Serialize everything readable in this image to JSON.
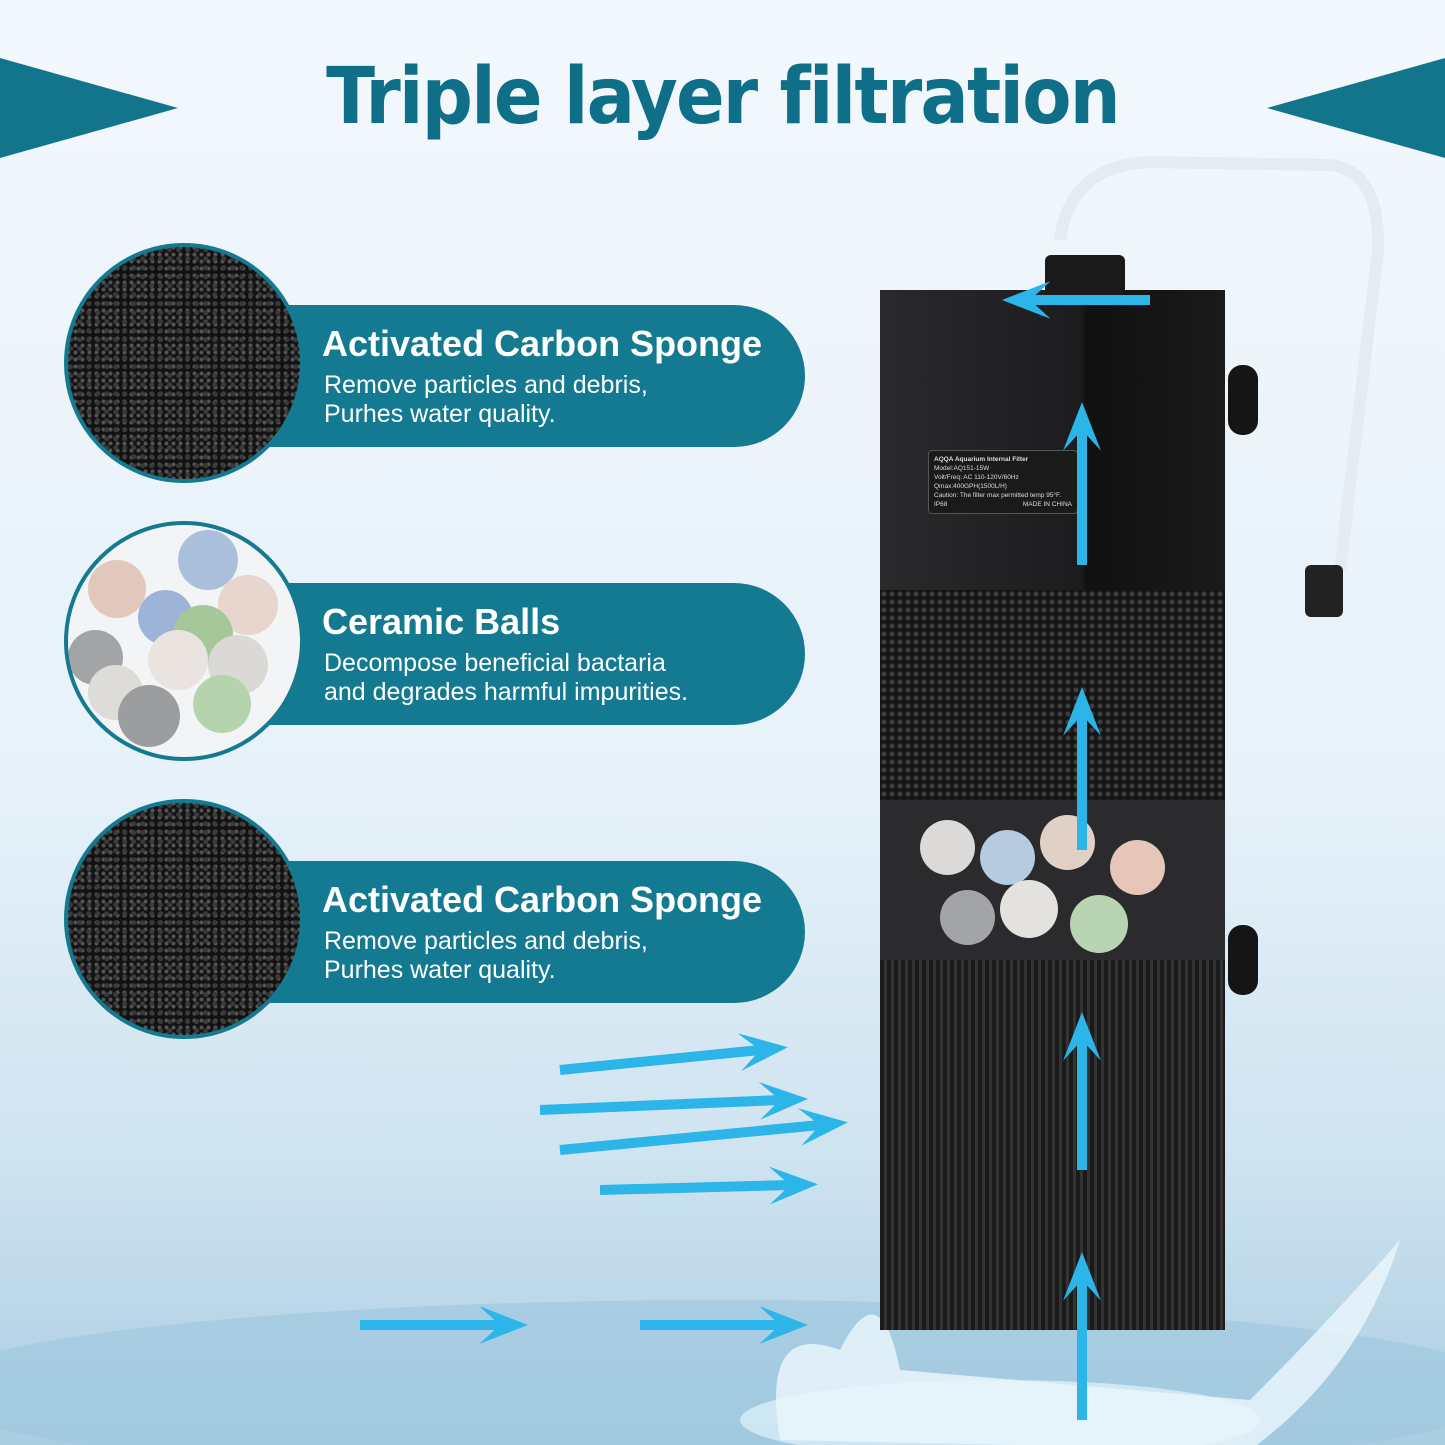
{
  "title": "Triple layer filtration",
  "features": [
    {
      "heading": "Activated Carbon Sponge",
      "description": [
        "Remove particles and debris,",
        "Purhes water quality."
      ]
    },
    {
      "heading": "Ceramic Balls",
      "description": [
        "Decompose beneficial bactaria",
        "and degrades harmful impurities."
      ]
    },
    {
      "heading": "Activated Carbon Sponge",
      "description": [
        "Remove particles and debris,",
        "Purhes water quality."
      ]
    }
  ],
  "product_label": {
    "brand": "AQQA Aquarium Internal Filter",
    "model": "Model:AQ151-15W",
    "volt": "Volt/Freq: AC 110-120V/60Hz",
    "qmax": "Qmax:400GPH(1500L/H)",
    "caution": "Caution: The filter max permitted temp 95°F.",
    "ip": "IP68",
    "origin": "MADE IN CHINA"
  },
  "colors": {
    "brand": "#137a91",
    "arrow": "#2bb5e8"
  }
}
